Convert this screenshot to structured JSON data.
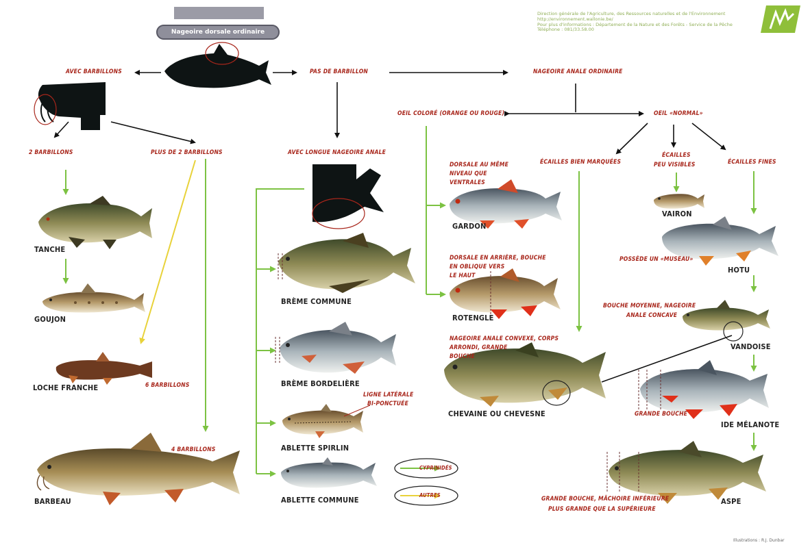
{
  "header": {
    "title": "Nageoire dorsale ordinaire"
  },
  "source": {
    "line1": "Direction générale de l'Agriculture, des Ressources naturelles et de l'Environnement",
    "line2": "http://environnement.wallonie.be/",
    "line3": "Pour plus d'informations : Département de la Nature et des Forêts - Service de la Pêche",
    "line4": "Téléphone : 081/33.58.00"
  },
  "credit": "Illustrations : R.J. Dunbar",
  "criteria": {
    "avec_barbillons": "Avec barbillons",
    "pas_de_barbillon": "Pas de barbillon",
    "nageoire_anale_ordinaire": "Nageoire anale ordinaire",
    "oeil_colore": "Oeil coloré (orange ou rouge)",
    "oeil_normal": "Oeil «normal»",
    "deux_barbillons": "2 barbillons",
    "plus_de_2": "Plus de 2 barbillons",
    "longue_anale": "Avec longue nageoire anale",
    "ecailles_marquees": "Écailles bien marquées",
    "ecailles_peu_visibles_1": "Écailles",
    "ecailles_peu_visibles_2": "peu visibles",
    "ecailles_fines": "Écailles fines",
    "dorsale_meme_niveau_1": "Dorsale au même",
    "dorsale_meme_niveau_2": "niveau que",
    "dorsale_meme_niveau_3": "ventrales",
    "dorsale_arriere_1": "Dorsale en arrière, bouche",
    "dorsale_arriere_2": "en oblique vers",
    "dorsale_arriere_3": "le haut",
    "anale_convexe_1": "Nageoire anale convexe, corps",
    "anale_convexe_2": "arrondi, grande",
    "anale_convexe_3": "bouche",
    "museau": "Possède un «museau»",
    "bouche_moyenne_1": "Bouche moyenne, nageoire",
    "bouche_moyenne_2": "anale concave",
    "grande_bouche": "Grande bouche",
    "grande_bouche_aspe_1": "Grande bouche, mâchoire inférieure",
    "grande_bouche_aspe_2": "plus grande que la supérieure",
    "ligne_laterale_1": "Ligne latérale",
    "ligne_laterale_2": "bi-ponctuée",
    "six_barbillons": "6 barbillons",
    "quatre_barbillons": "4 barbillons"
  },
  "species": {
    "tanche": "Tanche",
    "goujon": "Goujon",
    "loche": "Loche franche",
    "barbeau": "Barbeau",
    "breme_commune": "Brème commune",
    "breme_bordeliere": "Brème bordelière",
    "ablette_spirlin": "Ablette spirlin",
    "ablette_commune": "Ablette commune",
    "gardon": "Gardon",
    "rotengle": "Rotengle",
    "chevaine": "Chevaine ou Chevesne",
    "vairon": "Vairon",
    "hotu": "Hotu",
    "vandoise": "Vandoise",
    "ide": "Ide mélanote",
    "aspe": "Aspe"
  },
  "legend": {
    "cyprinides": "Cyprinidés",
    "autres": "Autres"
  },
  "colors": {
    "criteria_text": "#a8261b",
    "cyprinid_arrow": "#7cc242",
    "other_arrow": "#e8d23a",
    "logo": "#8fbf3a"
  }
}
